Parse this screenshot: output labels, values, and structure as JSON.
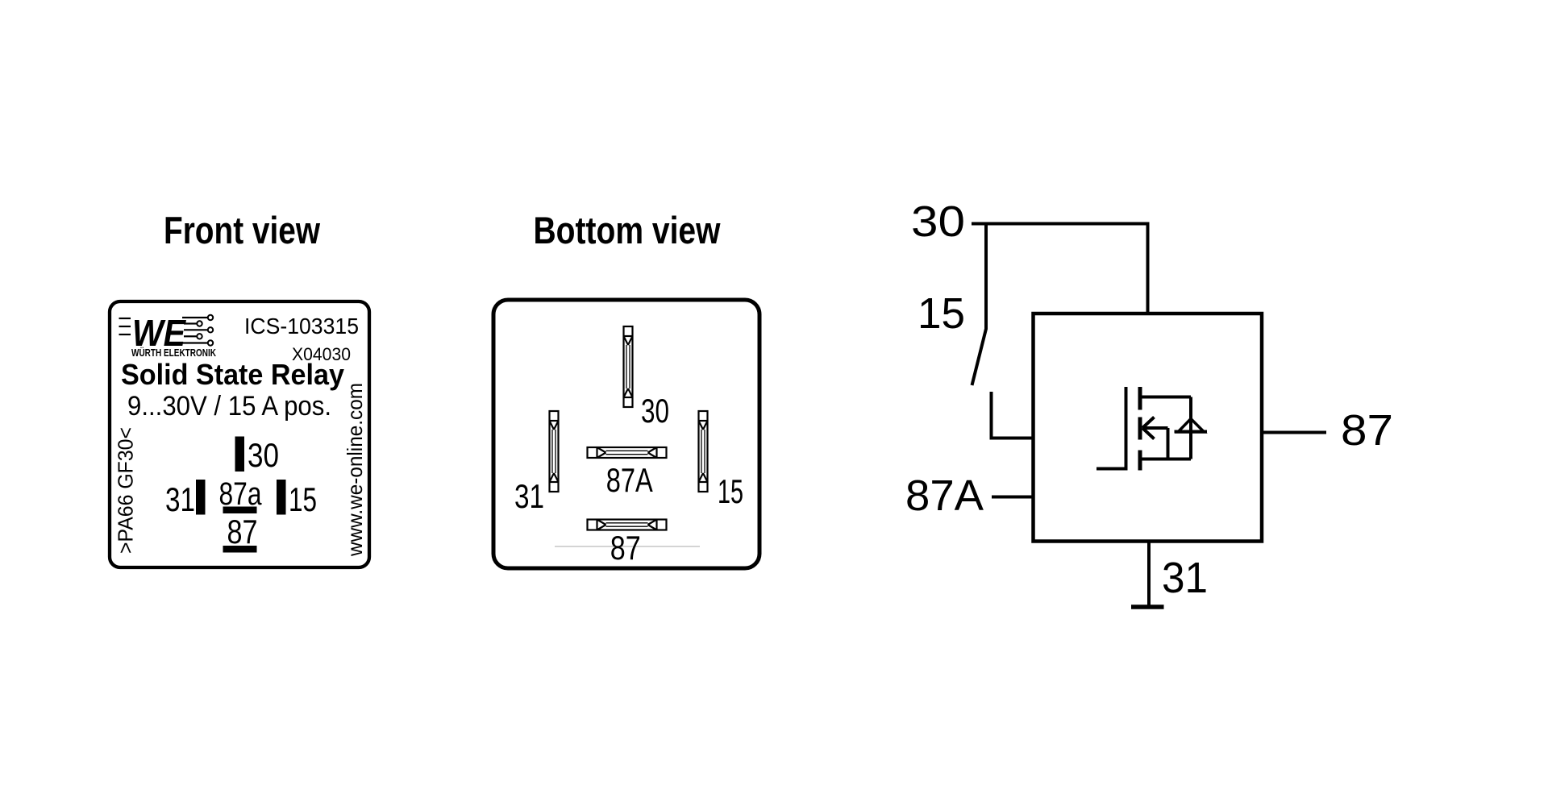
{
  "front_view": {
    "title": "Front view",
    "label": {
      "logo_text": "WE",
      "brand": "WÜRTH ELEKTRONIK",
      "part_number": "ICS-103315",
      "batch_code": "X04030",
      "product_name": "Solid State Relay",
      "rating": "9...30V / 15 A pos.",
      "material_marking": ">PA66 GF30<",
      "website": "www.we-online.com",
      "pin_30": "30",
      "pin_31": "31",
      "pin_87a": "87a",
      "pin_15": "15",
      "pin_87": "87"
    }
  },
  "bottom_view": {
    "title": "Bottom view",
    "pin_30": "30",
    "pin_31": "31",
    "pin_87a": "87A",
    "pin_15": "15",
    "pin_87": "87"
  },
  "schematic": {
    "terminal_30": "30",
    "terminal_15": "15",
    "terminal_87a": "87A",
    "terminal_87": "87",
    "terminal_31": "31"
  },
  "colors": {
    "ink": "#000000",
    "faint_line": "#c6c6c6",
    "background": "#ffffff"
  }
}
